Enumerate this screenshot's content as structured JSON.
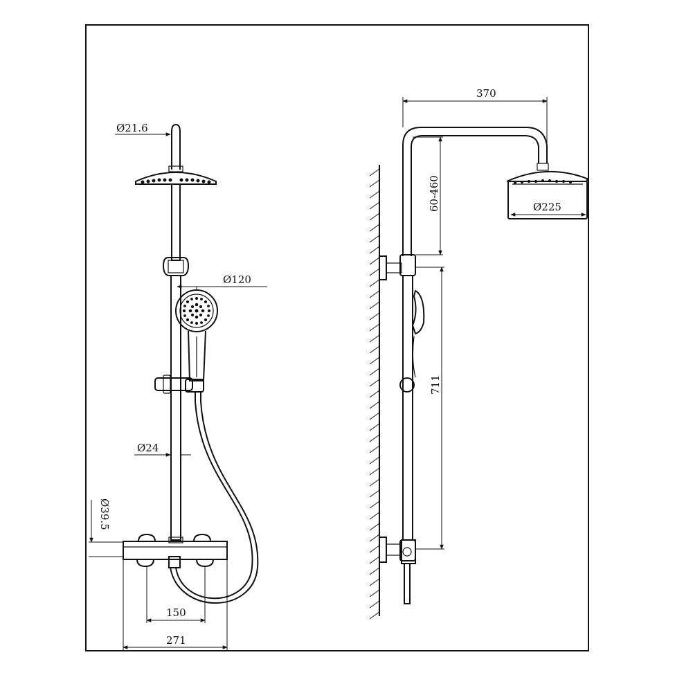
{
  "front_view": {
    "dims": {
      "arm_diameter": "Ø21.6",
      "handshower_diameter": "Ø120",
      "riser_diameter": "Ø24",
      "valve_diameter": "Ø39.5",
      "center_distance": "150",
      "valve_length": "271"
    }
  },
  "side_view": {
    "dims": {
      "arm_projection": "370",
      "height_adjust": "60-460",
      "head_diameter": "Ø225",
      "riser_length": "711"
    }
  }
}
